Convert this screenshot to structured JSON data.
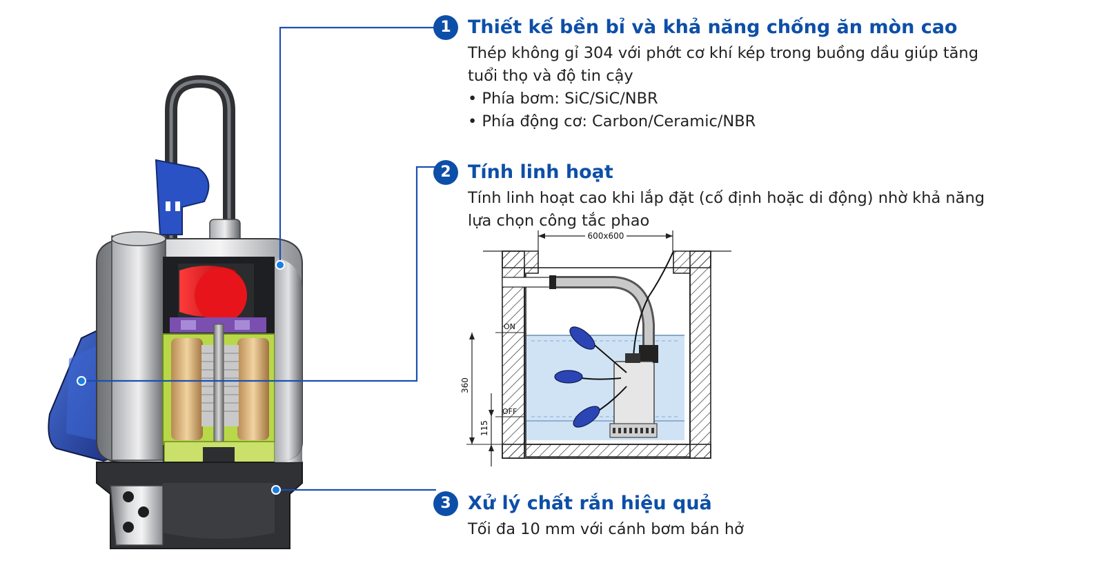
{
  "colors": {
    "accent": "#0d4fa8",
    "callout_line": "#1b4fb3",
    "float_blue": "#1f3ea8",
    "impeller_red": "#e8141c",
    "motor_green": "#b8d84a",
    "water": "#cfe3f5"
  },
  "features": [
    {
      "number": "1",
      "title": "Thiết kế bền bỉ và khả năng chống ăn mòn cao",
      "body": [
        "Thép không gỉ 304 với phớt cơ khí kép trong buồng dầu giúp tăng",
        "tuổi thọ và độ tin cậy",
        "• Phía bơm: SiC/SiC/NBR",
        "• Phía động cơ: Carbon/Ceramic/NBR"
      ]
    },
    {
      "number": "2",
      "title": "Tính linh hoạt",
      "body": [
        "Tính linh hoạt cao khi lắp đặt (cố định hoặc di động) nhờ khả năng",
        "lựa chọn công tắc phao"
      ]
    },
    {
      "number": "3",
      "title": "Xử lý chất rắn hiệu quả",
      "body": [
        "Tối đa 10 mm với cánh bơm bán hở"
      ]
    }
  ],
  "diagram": {
    "pit_width": "600x600",
    "level_on": "ON",
    "level_off": "OFF",
    "height_on": "360",
    "height_off": "115"
  }
}
